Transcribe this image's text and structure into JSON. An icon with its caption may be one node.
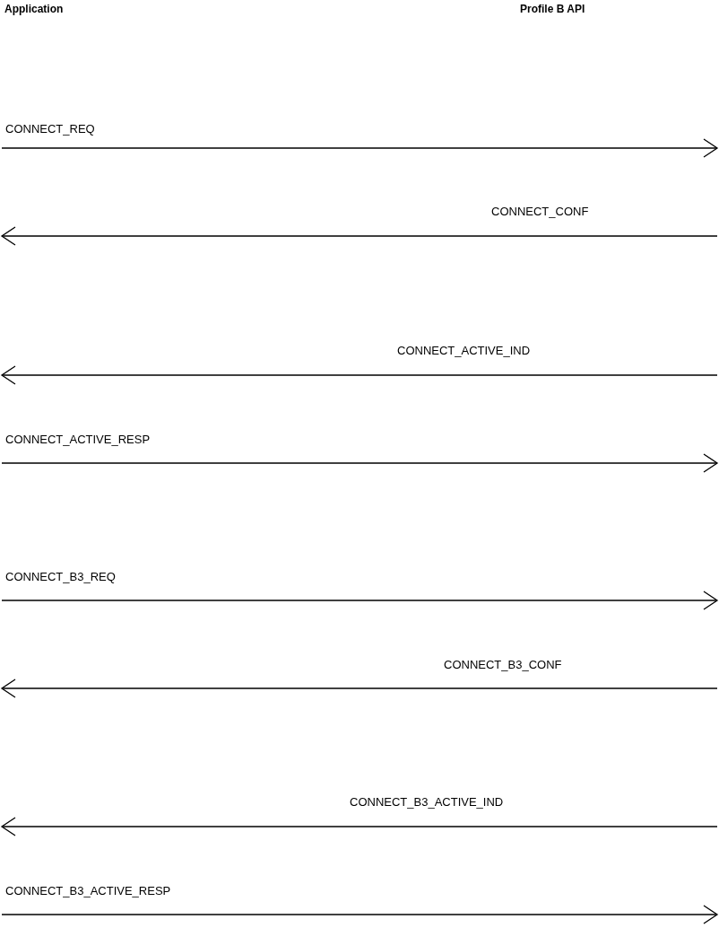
{
  "diagram": {
    "labels": [
      "Application",
      "Profile B API",
      "CONNECT_REQ",
      "CONNECT_CONF",
      "CONNECT_ACTIVE_IND",
      "CONNECT_ACTIVE_RESP",
      "CONNECT_B3_REQ",
      "CONNECT_B3_CONF",
      "CONNECT_B3_ACTIVE_IND",
      "CONNECT_B3_ACTIVE_RESP"
    ]
  }
}
